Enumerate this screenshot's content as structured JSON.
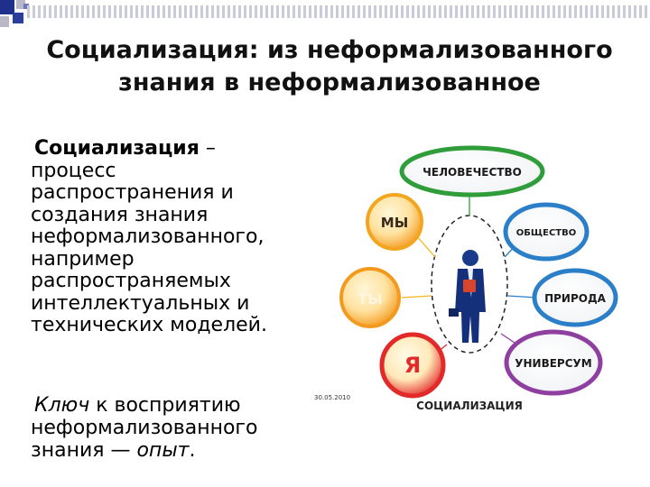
{
  "slide": {
    "title_line1": "Социализация: из неформализованного",
    "title_line2": "знания в неформализованное",
    "definition_term": "Социализация",
    "definition_dash": " –",
    "definition_lines": [
      "процесс",
      "распространения и",
      "создания знания",
      "неформализованного,",
      "например",
      "распространяемых",
      "интеллектуальных и",
      "технических моделей."
    ],
    "key_word": "Ключ",
    "key_rest_line1": " к восприятию",
    "key_line2": "неформализованного",
    "key_line3_prefix": "знания — ",
    "key_line3_italic": "опыт",
    "key_line3_suffix": ".",
    "date": "30.05.2010"
  },
  "diagram": {
    "caption": "СОЦИАЛИЗАЦИЯ",
    "nodes": {
      "humanity": "ЧЕЛОВЕЧЕСТВО",
      "we": "МЫ",
      "society": "ОБЩЕСТВО",
      "you": "ТЫ",
      "nature": "ПРИРОДА",
      "me": "Я",
      "universe": "УНИВЕРСУМ"
    },
    "colors": {
      "green": "#2f9e3a",
      "blue": "#2a7fc8",
      "orange": "#f39a1e",
      "red": "#e22a2a",
      "purple": "#8e3fa0"
    }
  }
}
